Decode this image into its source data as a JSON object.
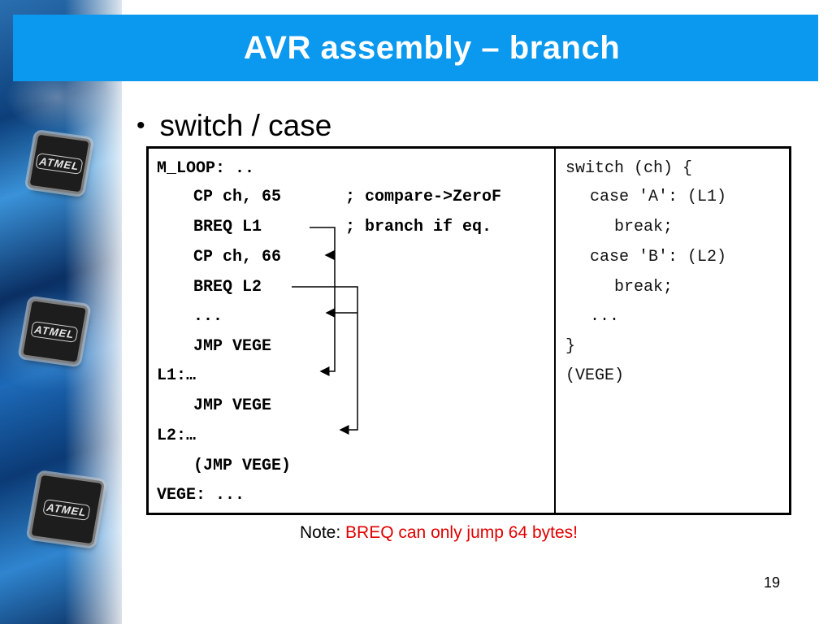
{
  "slide": {
    "title": "AVR assembly – branch",
    "bullet": "switch / case",
    "page_number": "19"
  },
  "logo": {
    "text": "ATMEL"
  },
  "assembly": {
    "lines": [
      "M_LOOP: ..",
      "CP ch, 65",
      "BREQ L1",
      "CP ch, 66",
      "BREQ L2",
      "...",
      "JMP VEGE",
      "L1:…",
      "JMP VEGE",
      "L2:…",
      "(JMP VEGE)",
      "VEGE: ..."
    ],
    "comments": {
      "cp_65": "; compare->ZeroF",
      "breq_l1": "; branch if eq."
    }
  },
  "c_code": {
    "lines": [
      "switch (ch) {",
      "case 'A': (L1)",
      "break;",
      "case 'B': (L2)",
      "break;",
      "...",
      "}",
      "(VEGE)"
    ]
  },
  "note": {
    "label": "Note: ",
    "text": "BREQ can only jump 64 bytes!"
  },
  "colors": {
    "title_bar": "#0a99ef",
    "note_highlight": "#e00000"
  }
}
